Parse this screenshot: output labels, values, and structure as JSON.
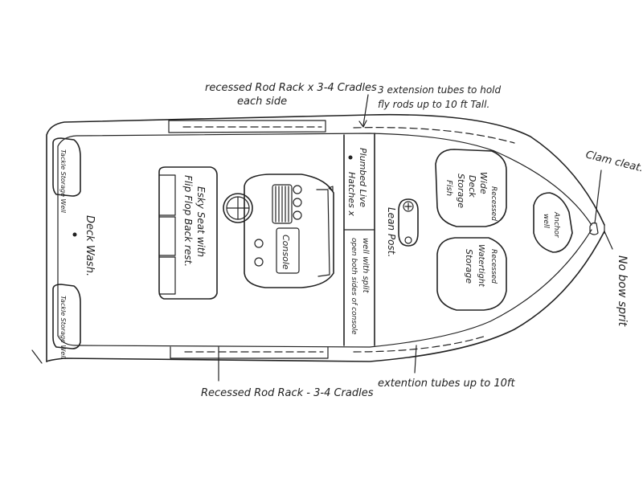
{
  "labels": {
    "rod_rack_top_line1": "recessed Rod Rack x 3-4 Cradles",
    "rod_rack_top_line2": "each side",
    "ext_tubes_top_line1": "3 extension tubes to hold",
    "ext_tubes_top_line2": "fly rods up to 10 ft Tall.",
    "clam_cleat": "Clam cleat.",
    "no_bow_sprit": "No bow sprit",
    "rod_rack_bottom": "Recessed Rod Rack - 3-4 Cradles",
    "ext_tubes_bottom": "extention tubes up to 10ft",
    "deck_wash": "Deck Wash.",
    "tackle_top": "Tackle Storage Well",
    "tackle_bottom": "Tackle Storage Well",
    "esky_seat_line1": "Esky Seat with",
    "esky_seat_line2": "Flip Flop Back rest.",
    "console": "Console",
    "plumbed_live_line1": "Plumbed Live",
    "plumbed_live_line2": "Hatches x",
    "well_split_line1": "well with split",
    "well_split_line2": "open both sides of console",
    "lean_post": "Lean Post.",
    "storage_upper_line1": "Recessed",
    "storage_upper_line2": "Wide",
    "storage_upper_line3": "Deck",
    "storage_upper_line4": "Storage",
    "storage_upper_line5": "Fish",
    "storage_lower_line1": "Recessed",
    "storage_lower_line2": "Watertight",
    "storage_lower_line3": "Storage",
    "anchor_well_line1": "Anchor",
    "anchor_well_line2": "well"
  }
}
